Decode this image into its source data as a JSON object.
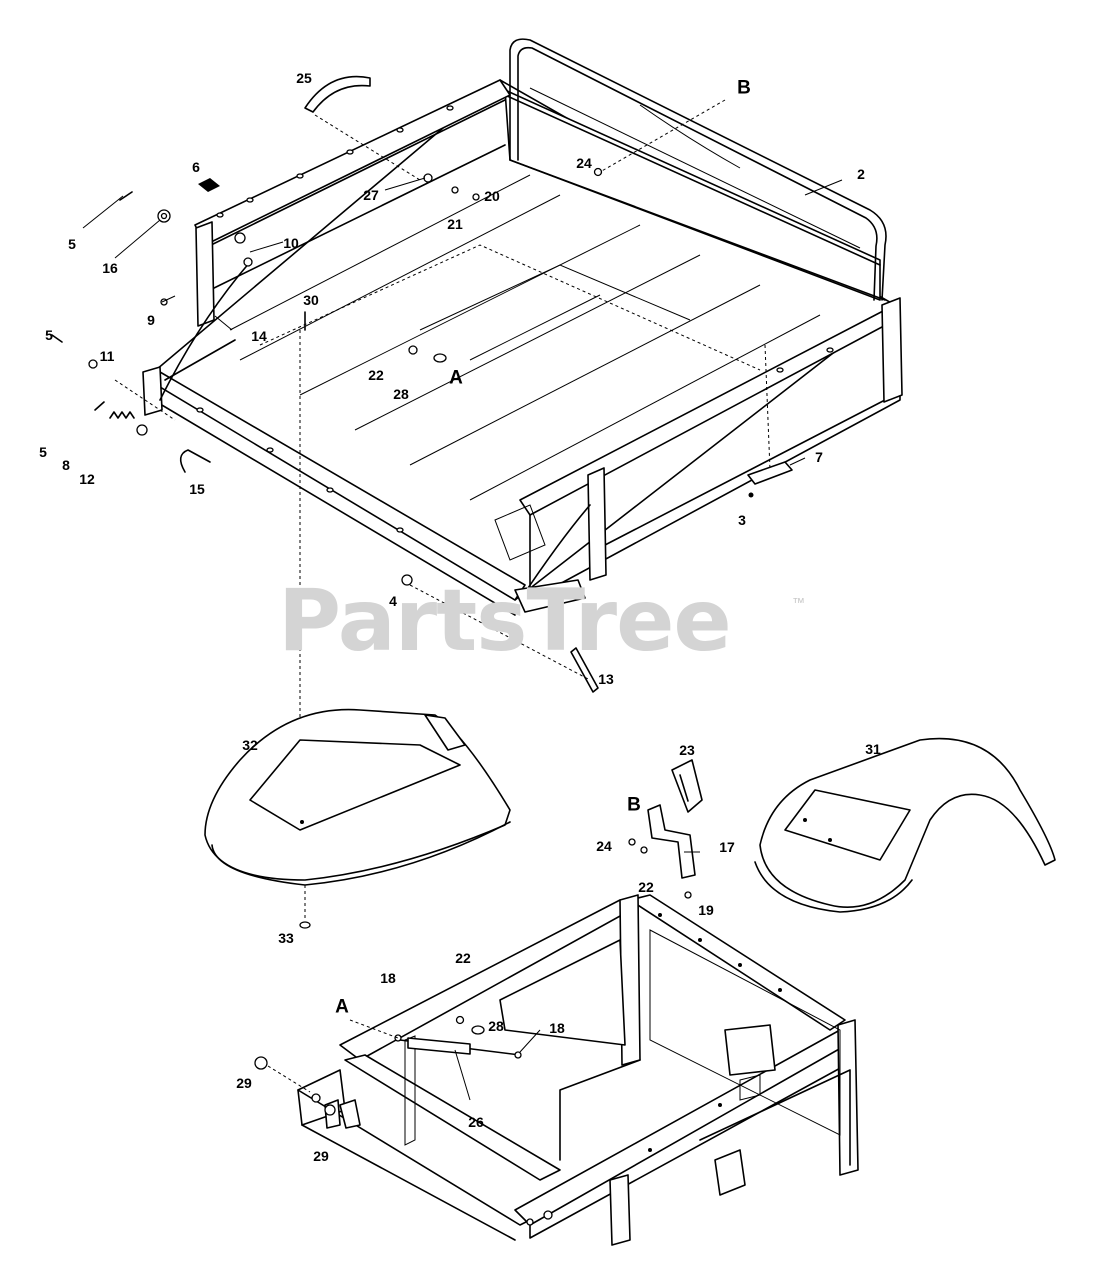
{
  "watermark": {
    "text": "PartsTree",
    "trademark": "™"
  },
  "callouts": [
    {
      "id": "c25",
      "text": "25"
    },
    {
      "id": "cB1",
      "text": "B"
    },
    {
      "id": "c6",
      "text": "6"
    },
    {
      "id": "c24a",
      "text": "24"
    },
    {
      "id": "c2",
      "text": "2"
    },
    {
      "id": "c27",
      "text": "27"
    },
    {
      "id": "c20",
      "text": "20"
    },
    {
      "id": "c21",
      "text": "21"
    },
    {
      "id": "c5a",
      "text": "5"
    },
    {
      "id": "c16",
      "text": "16"
    },
    {
      "id": "c10",
      "text": "10"
    },
    {
      "id": "c30",
      "text": "30"
    },
    {
      "id": "c9",
      "text": "9"
    },
    {
      "id": "c14",
      "text": "14"
    },
    {
      "id": "c5b",
      "text": "5"
    },
    {
      "id": "c11",
      "text": "11"
    },
    {
      "id": "c22a",
      "text": "22"
    },
    {
      "id": "cA1",
      "text": "A"
    },
    {
      "id": "c28a",
      "text": "28"
    },
    {
      "id": "c5c",
      "text": "5"
    },
    {
      "id": "c8",
      "text": "8"
    },
    {
      "id": "c12",
      "text": "12"
    },
    {
      "id": "c15",
      "text": "15"
    },
    {
      "id": "c7",
      "text": "7"
    },
    {
      "id": "c3",
      "text": "3"
    },
    {
      "id": "c4",
      "text": "4"
    },
    {
      "id": "c13",
      "text": "13"
    },
    {
      "id": "c32",
      "text": "32"
    },
    {
      "id": "c23",
      "text": "23"
    },
    {
      "id": "c31",
      "text": "31"
    },
    {
      "id": "cB2",
      "text": "B"
    },
    {
      "id": "c24b",
      "text": "24"
    },
    {
      "id": "c17",
      "text": "17"
    },
    {
      "id": "c22b",
      "text": "22"
    },
    {
      "id": "c19",
      "text": "19"
    },
    {
      "id": "c33",
      "text": "33"
    },
    {
      "id": "c22c",
      "text": "22"
    },
    {
      "id": "c18a",
      "text": "18"
    },
    {
      "id": "cA2",
      "text": "A"
    },
    {
      "id": "c28b",
      "text": "28"
    },
    {
      "id": "c18b",
      "text": "18"
    },
    {
      "id": "c29a",
      "text": "29"
    },
    {
      "id": "c26",
      "text": "26"
    },
    {
      "id": "c29b",
      "text": "29"
    }
  ]
}
